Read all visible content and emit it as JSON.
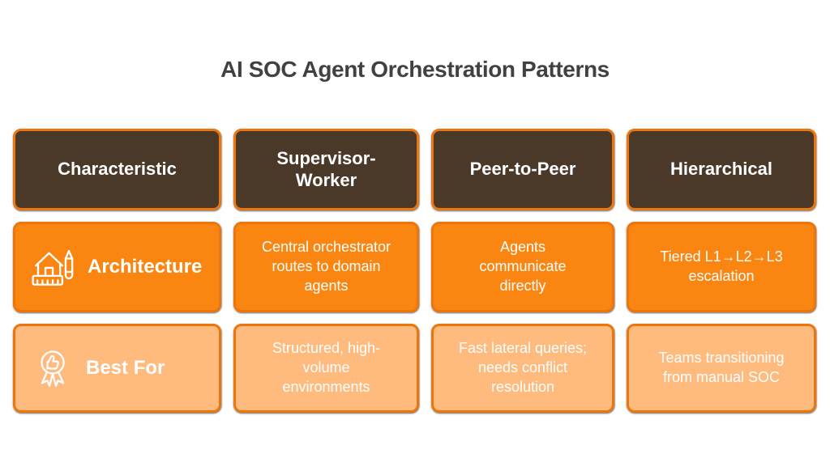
{
  "title": "AI SOC Agent Orchestration Patterns",
  "colors": {
    "title_text": "#414141",
    "header_fill": "#4a3829",
    "cell_border_orange": "#ec760e",
    "row_fill_orange": "#fb8511",
    "row_fill_light_orange": "#ffba7e",
    "cell_text": "#ffffff",
    "background": "#ffffff"
  },
  "table": {
    "columns": [
      "Characteristic",
      "Supervisor-Worker",
      "Peer-to-Peer",
      "Hierarchical"
    ],
    "rows": [
      {
        "label": "Architecture",
        "icon": "architecture-icon",
        "cells": [
          "Central orchestrator\nroutes to domain\nagents",
          "Agents\ncommunicate\ndirectly",
          "Tiered L1→L2→L3\nescalation"
        ]
      },
      {
        "label": "Best For",
        "icon": "award-icon",
        "cells": [
          "Structured, high-\nvolume\nenvironments",
          "Fast lateral queries;\nneeds conflict\nresolution",
          "Teams transitioning\nfrom manual SOC"
        ]
      }
    ]
  }
}
